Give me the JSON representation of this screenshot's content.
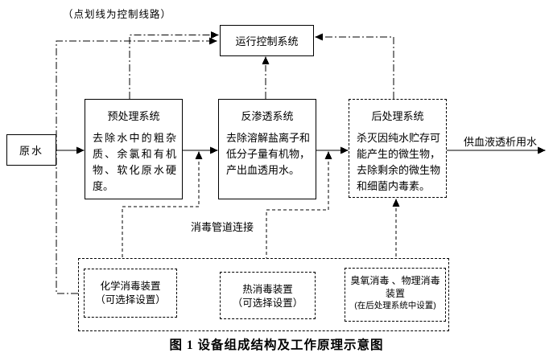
{
  "note_top": "（点划线为控制线路）",
  "caption": "图 1  设备组成结构及工作原理示意图",
  "labels": {
    "disinfect_pipe": "消毒管道连接",
    "output_water": "供血液透析用水"
  },
  "nodes": {
    "raw_water": {
      "title": "原水"
    },
    "control": {
      "title": "运行控制系统"
    },
    "pretreatment": {
      "title": "预处理系统",
      "body": "去除水中的粗杂质、余氯和有机物、软化原水硬度。"
    },
    "reverse_osmosis": {
      "title": "反渗透系统",
      "body": "去除溶解盐离子和低分子量有机物，产出血透用水。"
    },
    "post_treatment": {
      "title": "后处理系统",
      "body": "杀灭因纯水贮存可能产生的微生物，去除剩余的微生物和细菌内毒素。"
    },
    "chemical_disinfect": {
      "line1": "化学消毒装置",
      "line2": "（可选择设置）"
    },
    "heat_disinfect": {
      "line1": "热消毒装置",
      "line2": "（可选择设置）"
    },
    "ozone_disinfect": {
      "line1": "臭氧消毒 、物理消毒",
      "line2": "装置",
      "line3": "(在后处理系统中设置)"
    }
  },
  "colors": {
    "line": "#000000",
    "background": "#ffffff"
  }
}
